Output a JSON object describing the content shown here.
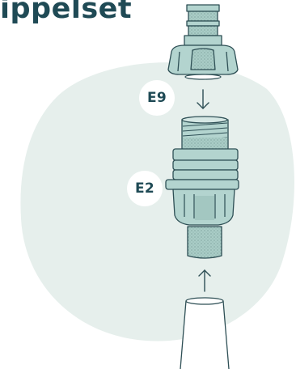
{
  "title": "ippelset",
  "labels": {
    "top_part": "E9",
    "middle_part": "E2"
  },
  "colors": {
    "title": "#1f4a55",
    "background_blob": "#e6efec",
    "connector_fill": "#b3d4cf",
    "connector_stroke": "#2e4f55",
    "badge_bg": "#ffffff"
  },
  "icons": {
    "arrow_down": "arrow-down-icon",
    "arrow_up": "arrow-up-icon"
  }
}
